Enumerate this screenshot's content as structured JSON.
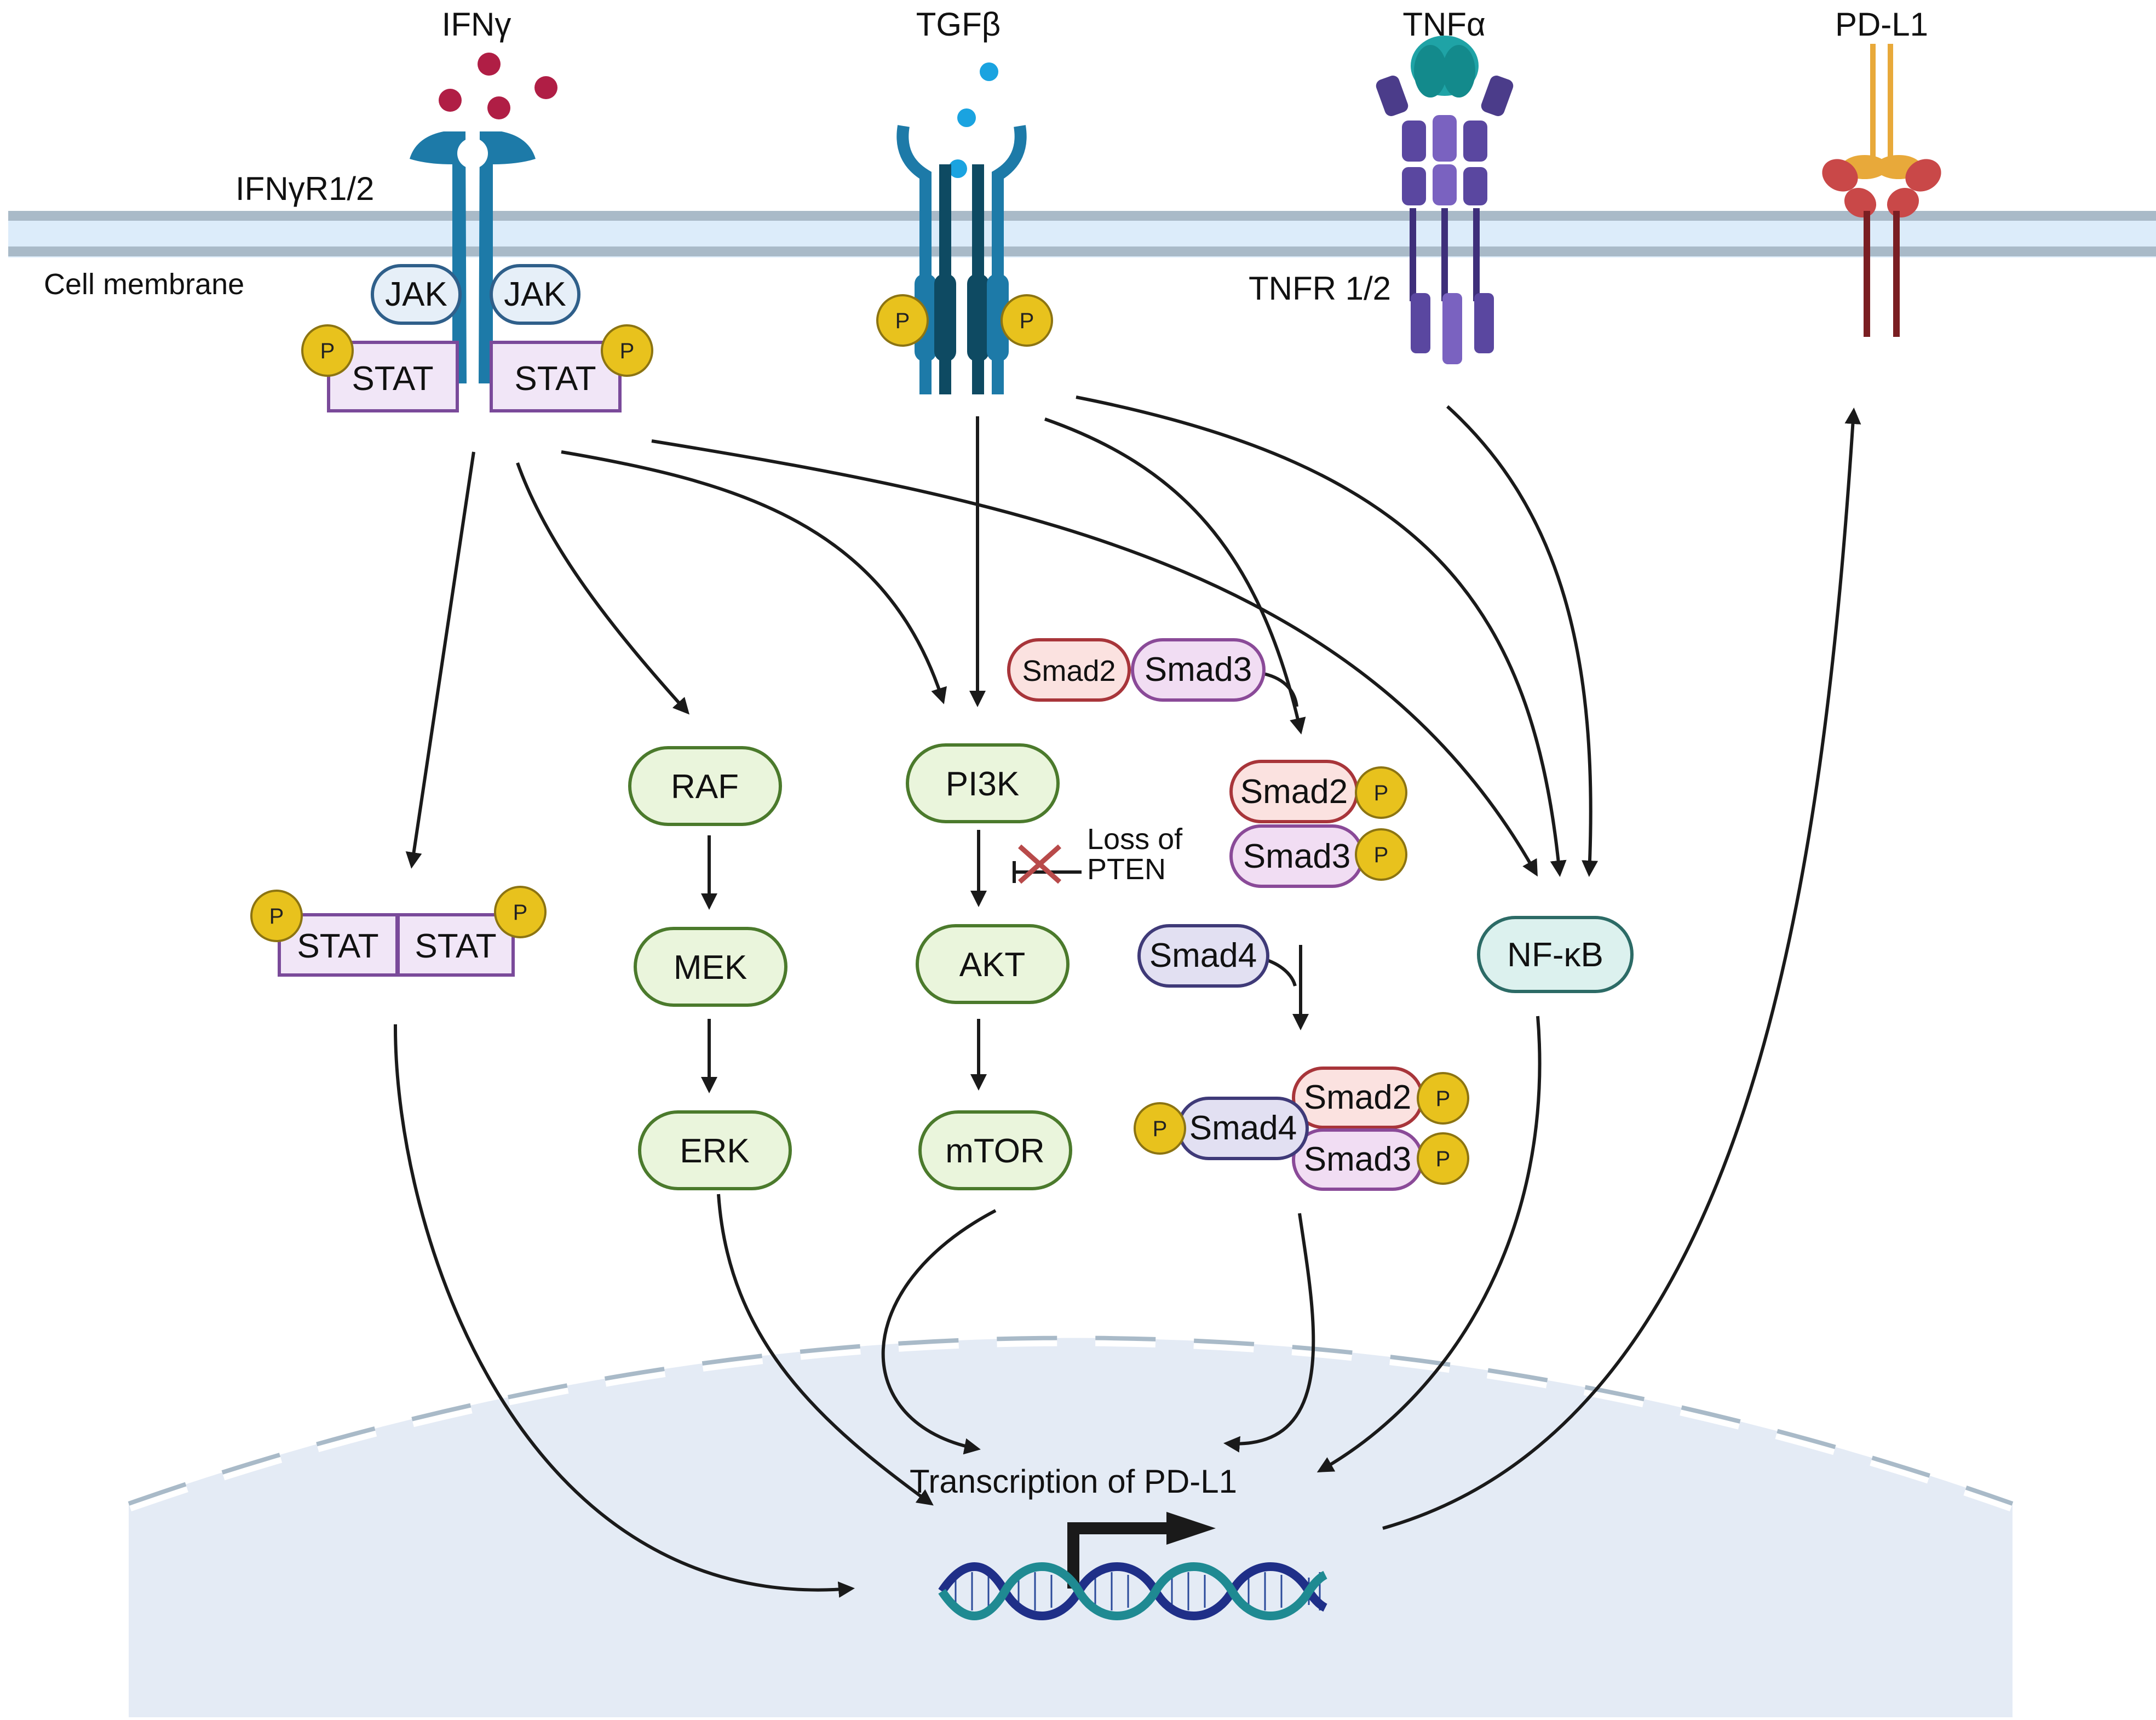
{
  "ligands": {
    "ifng": "IFNγ",
    "tgfb": "TGFβ",
    "tnfa": "TNFα",
    "pdl1": "PD-L1"
  },
  "receptors": {
    "ifngr": "IFNγR1/2",
    "tnfr": "TNFR 1/2"
  },
  "membrane_label": "Cell membrane",
  "phospho": "P",
  "membrane_complex": {
    "jak_left": "JAK",
    "jak_right": "JAK",
    "stat_left": "STAT",
    "stat_right": "STAT"
  },
  "stat_dimer": {
    "left": "STAT",
    "right": "STAT"
  },
  "mapk": {
    "raf": "RAF",
    "mek": "MEK",
    "erk": "ERK"
  },
  "pi3k": {
    "pi3k": "PI3K",
    "akt": "AKT",
    "mtor": "mTOR",
    "pten_line1": "Loss of",
    "pten_line2": "PTEN"
  },
  "smad": {
    "smad2_free": "Smad2",
    "smad3_free": "Smad3",
    "smad2_p": "Smad2",
    "smad3_p": "Smad3",
    "smad4_free": "Smad4",
    "smad4_complex": "Smad4",
    "smad2_complex": "Smad2",
    "smad3_complex": "Smad3"
  },
  "nfkb": "NF-κB",
  "nucleus": {
    "transcription": "Transcription of PD-L1"
  },
  "colors": {
    "green_fill": "#eaf5dc",
    "green_stroke": "#4b7a2c",
    "stat_fill": "#f1e6f7",
    "stat_stroke": "#7a4a9a",
    "jak_fill": "#e6eff8",
    "jak_stroke": "#2f5f8a",
    "phospho_fill": "#e8c21d",
    "nfkb_fill": "#dcf1ee",
    "nfkb_stroke": "#2c6b66",
    "smad2_fill": "#fbe2e0",
    "smad2_stroke": "#a8353a",
    "smad3_fill": "#f1ddf3",
    "smad3_stroke": "#8a4a98",
    "smad4_fill": "#e2e0f2",
    "smad4_stroke": "#3f3a78",
    "nucleus_fill": "#e4ebf5",
    "membrane": "#a9bac8"
  }
}
